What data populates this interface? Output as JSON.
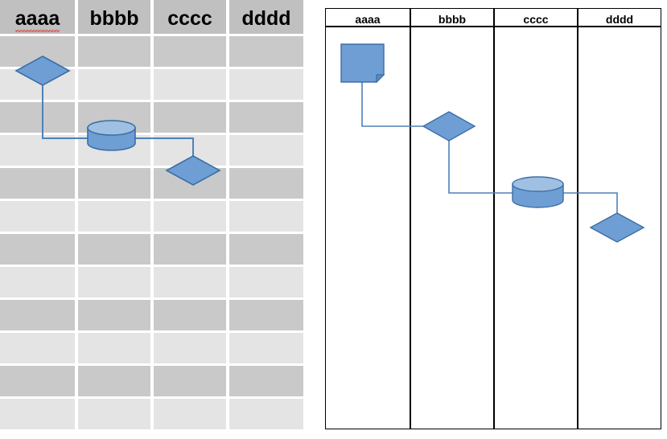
{
  "accent": {
    "shape_fill": "#6f9ed4",
    "shape_stroke": "#3b6ea5",
    "cylinder_top_fill": "#9fc0e3",
    "connector_stroke": "#4e81b8",
    "spellcheck_underline": "#e53935"
  },
  "left_table": {
    "name": "styled-table",
    "columns": [
      {
        "label": "aaaa",
        "spellcheck_flag": true
      },
      {
        "label": "bbbb",
        "spellcheck_flag": false
      },
      {
        "label": "cccc",
        "spellcheck_flag": false
      },
      {
        "label": "dddd",
        "spellcheck_flag": false
      }
    ],
    "row_count": 12,
    "band_colors": {
      "dark": "#c9c9c9",
      "light": "#e4e4e4",
      "header": "#c0c0c0"
    },
    "shapes": [
      {
        "name": "decision-diamond-1",
        "type": "diamond",
        "column": "aaaa"
      },
      {
        "name": "database-cylinder-1",
        "type": "cylinder",
        "column": "bbbb"
      },
      {
        "name": "decision-diamond-2",
        "type": "diamond",
        "column": "cccc"
      }
    ]
  },
  "right_panel": {
    "name": "plain-table",
    "columns": [
      {
        "label": "aaaa"
      },
      {
        "label": "bbbb"
      },
      {
        "label": "cccc"
      },
      {
        "label": "dddd"
      }
    ],
    "shapes": [
      {
        "name": "note-document-1",
        "type": "note",
        "column": "aaaa"
      },
      {
        "name": "decision-diamond-1",
        "type": "diamond",
        "column": "bbbb"
      },
      {
        "name": "database-cylinder-1",
        "type": "cylinder",
        "column": "cccc"
      },
      {
        "name": "decision-diamond-2",
        "type": "diamond",
        "column": "dddd"
      }
    ]
  }
}
